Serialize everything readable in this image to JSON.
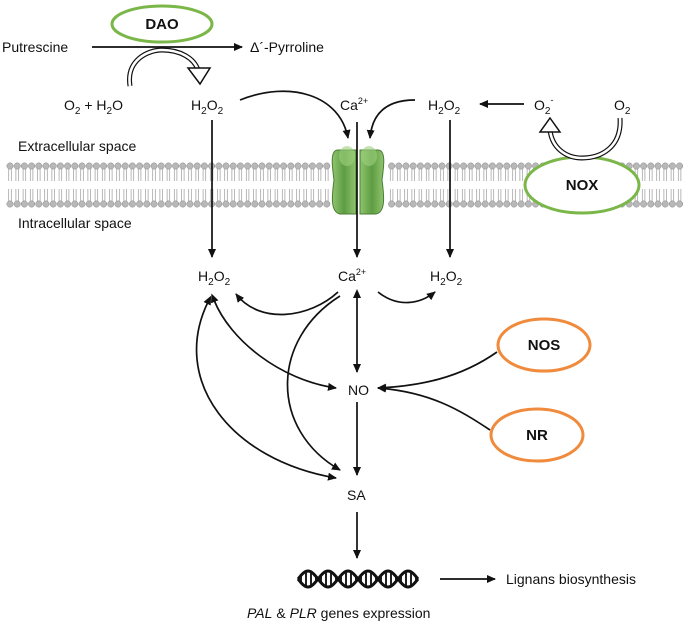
{
  "enzymes": {
    "dao": "DAO",
    "nox": "NOX",
    "nos": "NOS",
    "nr": "NR"
  },
  "labels": {
    "putrescine": "Putrescine",
    "pyrroline_delta": "Δ",
    "pyrroline_rest": "´-Pyrroline",
    "o2_h2o_o": "O",
    "o2_h2o_sub": "2",
    "o2_h2o_rest": " + H",
    "o2_h2o_sub2": "2",
    "o2_h2o_end": "O",
    "h2o2_h": "H",
    "h2o2_sub1": "2",
    "h2o2_o": "O",
    "h2o2_sub2": "2",
    "ca_main": "Ca",
    "ca_sup": "2+",
    "o2_minus_o": "O",
    "o2_minus_sub": "2",
    "o2_minus_sup": "-",
    "o2_o": "O",
    "o2_sub": "2",
    "extracellular": "Extracellular space",
    "intracellular": "Intracellular space",
    "no": "NO",
    "sa": "SA",
    "lignans": "Lignans biosynthesis",
    "genes_pal": "PAL",
    "genes_amp": " & ",
    "genes_plr": "PLR",
    "genes_rest": " genes expression"
  },
  "colors": {
    "membrane_enzyme": "#7ab648",
    "cytosolic_enzyme": "#f08a3c",
    "channel": "#6aa84f",
    "lipid_head": "#b8b8b8",
    "arrow": "#111111"
  }
}
